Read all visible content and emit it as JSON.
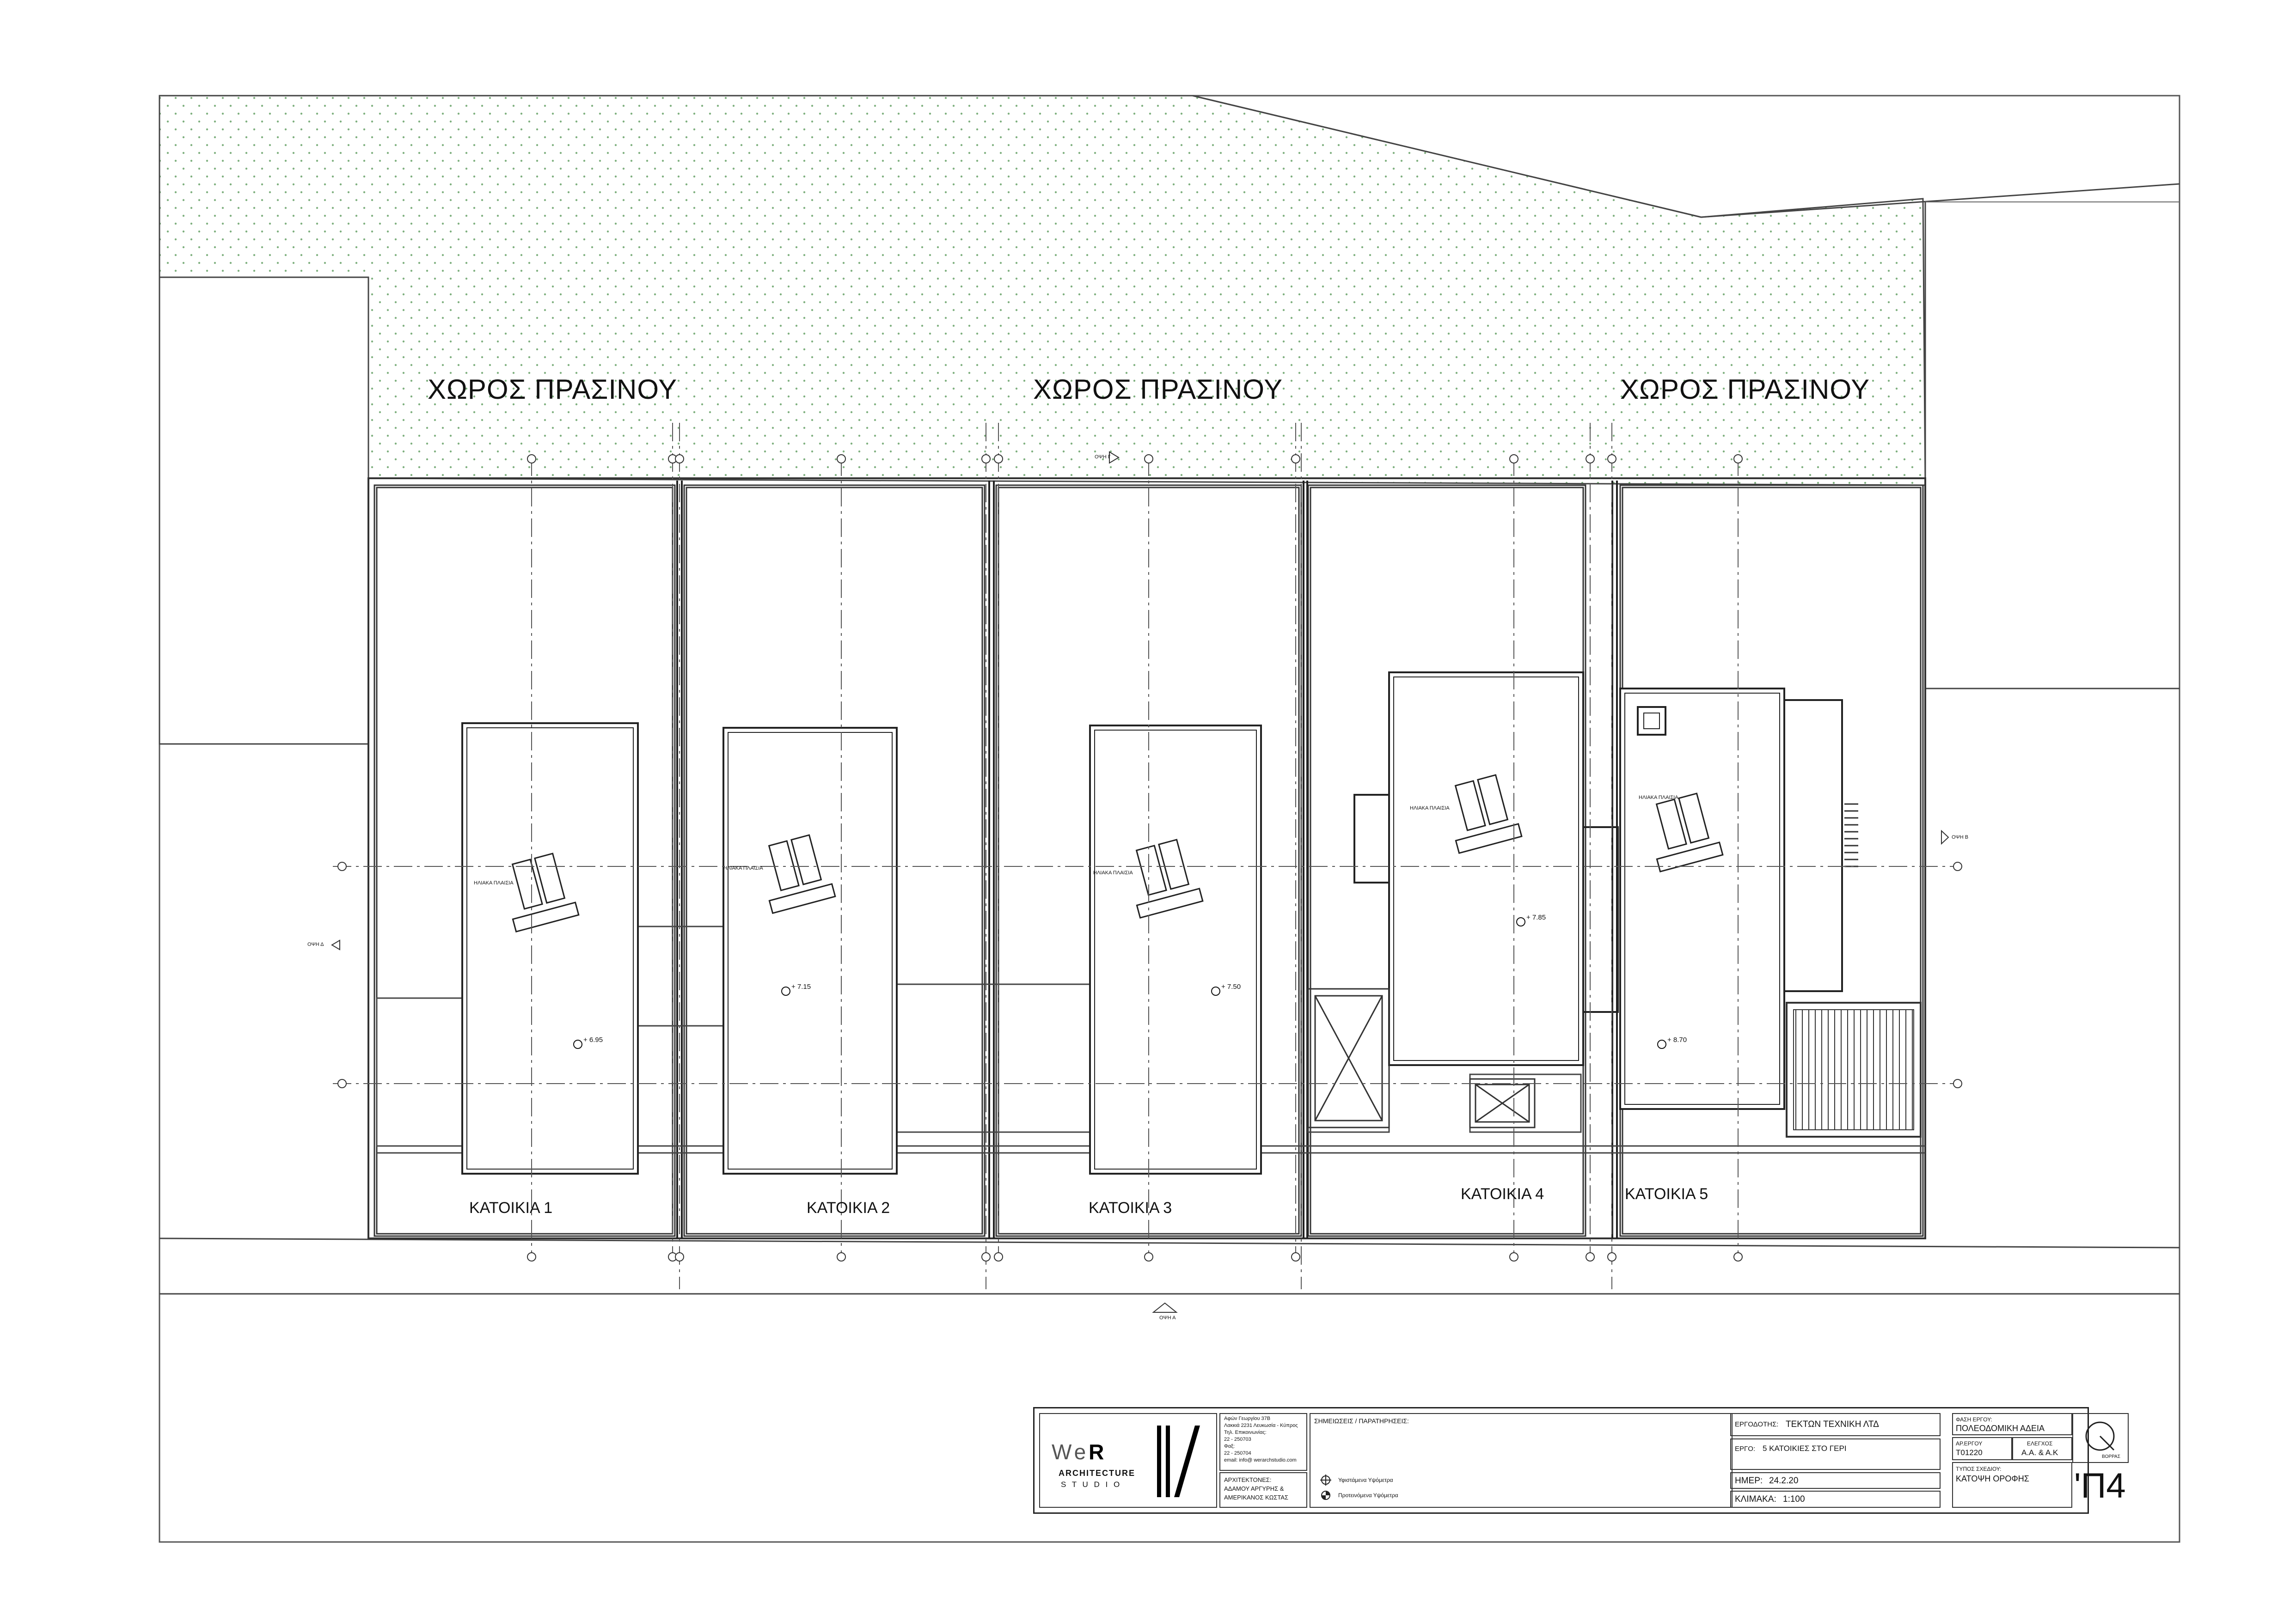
{
  "drawing": {
    "green_area_label": "ΧΩΡΟΣ ΠΡΑΣΙΝΟΥ",
    "houses": [
      {
        "label": "ΚΑΤΟΙΚΙΑ 1",
        "level": "+ 6.95"
      },
      {
        "label": "ΚΑΤΟΙΚΙΑ 2",
        "level": "+ 7.15"
      },
      {
        "label": "ΚΑΤΟΙΚΙΑ 3",
        "level": "+ 7.50"
      },
      {
        "label": "ΚΑΤΟΙΚΙΑ 4",
        "level": "+ 7.85"
      },
      {
        "label": "ΚΑΤΟΙΚΙΑ 5",
        "level": "+ 8.70"
      }
    ],
    "solar_panel_label": "ΗΛΙΑΚΑ ΠΛΑΙΣΙΑ",
    "views": {
      "a": "ΟΨΗ Α",
      "b": "ΟΨΗ Β",
      "c": "ΟΨΗ Γ",
      "d": "ΟΨΗ Δ"
    }
  },
  "title_block": {
    "logo": {
      "we": "We",
      "r": "R",
      "architecture": "ARCHITECTURE",
      "studio": "S T U D I O"
    },
    "office_lines": [
      "Αφών Γεωργίου 37Β",
      "Λακκιά 2231 Λευκωσία - Κύπρος",
      "Τηλ. Επικοινωνίας:",
      "22 - 250703",
      "Φαξ:",
      "22 - 250704",
      "email: info@ werarchstudio.com"
    ],
    "architects_label": "ΑΡΧΙΤΕΚΤΟΝΕΣ:",
    "architects": [
      "ΑΔΑΜΟΥ ΑΡΓΥΡΗΣ &",
      "ΑΜΕΡΙΚΑΝΟΣ ΚΩΣΤΑΣ"
    ],
    "notes_label": "ΣΗΜΕΙΩΣΕΙΣ / ΠΑΡΑΤΗΡΗΣΕΙΣ:",
    "legend": [
      "Υφιστάμενα Υψόμετρα",
      "Προτεινόμενα Υψόμετρα"
    ],
    "client_label": "ΕΡΓΟΔΟΤΗΣ:",
    "client": "ΤΕΚΤΩΝ ΤΕΧΝΙΚΗ ΛΤΔ",
    "project_label": "ΕΡΓΟ:",
    "project": "5 ΚΑΤΟΙΚΙΕΣ ΣΤΟ ΓΕΡΙ",
    "date_label": "ΗΜΕΡ:",
    "date": "24.2.20",
    "scale_label": "ΚΛΙΜΑΚΑ:",
    "scale": "1:100",
    "phase_label": "ΦΑΣΗ ΕΡΓΟΥ:",
    "phase": "ΠΟΛΕΟΔΟΜΙΚΗ ΑΔΕΙΑ",
    "project_no_label": "ΑΡ.ΕΡΓΟΥ",
    "project_no": "Τ01220",
    "check_label": "ΕΛΕΓΧΟΣ",
    "check": "Α.Α. & Α.Κ",
    "drawing_type_label": "ΤΥΠΟΣ ΣΧΕΔΙΟΥ:",
    "drawing_type": "ΚΑΤΟΨΗ ΟΡΟΦΗΣ",
    "north_label": "ΒΟΡΡΑΣ",
    "sheet_id": "'Π4"
  }
}
